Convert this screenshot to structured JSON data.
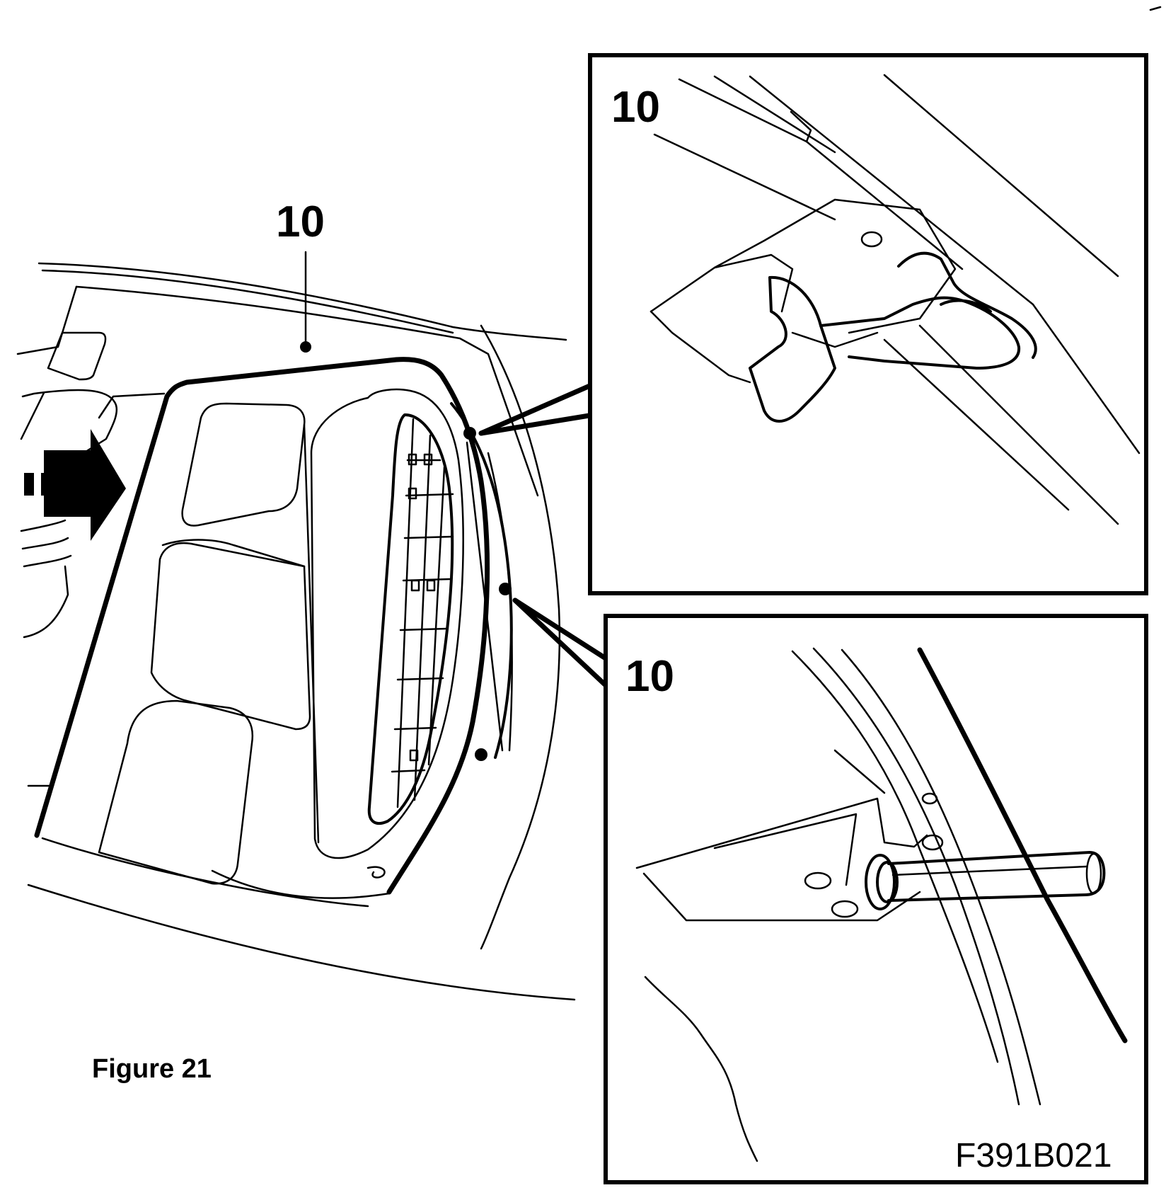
{
  "figure": {
    "caption": "Figure 21",
    "code": "F391B021",
    "callouts": {
      "main": "10",
      "inset_top": "10",
      "inset_bottom": "10"
    }
  }
}
